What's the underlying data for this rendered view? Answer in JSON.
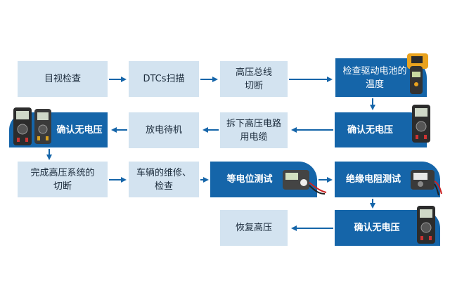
{
  "steps": {
    "visual_check": "目视检查",
    "dtc_scan": "DTCs扫描",
    "hv_main_cut": "高压总线\n切断",
    "battery_temp": "检查驱动电池的\n温度",
    "confirm_no_voltage_1": "确认无电压",
    "remove_hv_cable": "拆下高压电路\n用电缆",
    "discharge_wait": "放电待机",
    "confirm_no_voltage_2": "确认无电压",
    "complete_hv_cut": "完成高压系统的\n切断",
    "vehicle_repair": "车辆的维修、\n检查",
    "equipotential_test": "等电位测试",
    "insulation_test": "绝缘电阻测试",
    "restore_hv": "恢复高压",
    "confirm_no_voltage_3": "确认无电压"
  },
  "colors": {
    "light_box": "#d3e3f0",
    "dark_box": "#1565a9",
    "arrow": "#1565a9"
  },
  "icons": {
    "thermometer": "infrared-thermometer-icon",
    "multimeter": "digital-multimeter-icon",
    "equipotential_tester": "equipotential-tester-icon",
    "insulation_tester": "insulation-resistance-tester-icon"
  }
}
